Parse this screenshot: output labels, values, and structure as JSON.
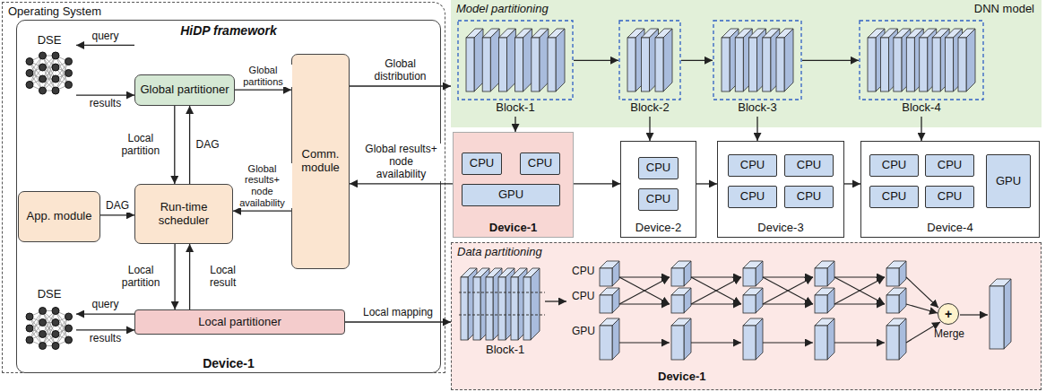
{
  "diagram": {
    "nodes": [
      {
        "text": [
          "Operating System"
        ]
      },
      {
        "text": [
          "HiDP framework",
          "Device-1"
        ],
        "in": 0
      },
      {
        "text": [
          "DSE"
        ],
        "in": 1
      },
      {
        "text": [
          "Global partitioner"
        ],
        "in": 1
      },
      {
        "text": [
          "Comm. module"
        ],
        "in": 1
      },
      {
        "text": [
          "App. module"
        ],
        "in": 1
      },
      {
        "text": [
          "Run-time scheduler"
        ],
        "in": 1
      },
      {
        "text": [
          "DSE"
        ],
        "in": 1
      },
      {
        "text": [
          "Local partitioner"
        ],
        "in": 1
      },
      {
        "text": [
          "Model partitioning",
          "DNN model"
        ]
      },
      {
        "text": [
          "Block-1"
        ],
        "in": 9
      },
      {
        "text": [
          "Block-2"
        ],
        "in": 9
      },
      {
        "text": [
          "Block-3"
        ],
        "in": 9
      },
      {
        "text": [
          "Block-4"
        ],
        "in": 9
      },
      {
        "text": [
          "Device-1"
        ]
      },
      {
        "text": [
          "CPU"
        ],
        "in": 14
      },
      {
        "text": [
          "CPU"
        ],
        "in": 14
      },
      {
        "text": [
          "GPU"
        ],
        "in": 14
      },
      {
        "text": [
          "Device-2"
        ]
      },
      {
        "text": [
          "CPU"
        ],
        "in": 18
      },
      {
        "text": [
          "CPU"
        ],
        "in": 18
      },
      {
        "text": [
          "Device-3"
        ]
      },
      {
        "text": [
          "CPU"
        ],
        "in": 21
      },
      {
        "text": [
          "CPU"
        ],
        "in": 21
      },
      {
        "text": [
          "CPU"
        ],
        "in": 21
      },
      {
        "text": [
          "CPU"
        ],
        "in": 21
      },
      {
        "text": [
          "Device-4"
        ]
      },
      {
        "text": [
          "CPU"
        ],
        "in": 26
      },
      {
        "text": [
          "CPU"
        ],
        "in": 26
      },
      {
        "text": [
          "CPU"
        ],
        "in": 26
      },
      {
        "text": [
          "CPU"
        ],
        "in": 26
      },
      {
        "text": [
          "GPU"
        ],
        "in": 26
      },
      {
        "text": [
          "Data partitioning",
          "Device-1"
        ]
      },
      {
        "text": [
          "+"
        ],
        "in": 32
      }
    ],
    "edges": [
      {
        "from": 3,
        "to": 2,
        "label": "query",
        "arrow": "to"
      },
      {
        "from": 2,
        "to": 3,
        "label": "results",
        "arrow": "to"
      },
      {
        "from": 3,
        "to": 4,
        "label": "Global partitions",
        "arrow": "to"
      },
      {
        "from": 4,
        "to": 9,
        "label": "Global distribution",
        "arrow": "to"
      },
      {
        "from": 14,
        "to": 4,
        "label": "Global results+ node availability",
        "arrow": "to"
      },
      {
        "from": 4,
        "to": 6,
        "label": "Global results+ node availability",
        "arrow": "to"
      },
      {
        "from": 3,
        "to": 6,
        "label": "Local partition",
        "arrow": "to"
      },
      {
        "from": 6,
        "to": 3,
        "label": "DAG",
        "arrow": "to"
      },
      {
        "from": 5,
        "to": 6,
        "label": "DAG",
        "arrow": "to"
      },
      {
        "from": 6,
        "to": 8,
        "label": "Local partition",
        "arrow": "to"
      },
      {
        "from": 8,
        "to": 6,
        "label": "Local result",
        "arrow": "to"
      },
      {
        "from": 8,
        "to": 7,
        "label": "query",
        "arrow": "to"
      },
      {
        "from": 7,
        "to": 8,
        "label": "results",
        "arrow": "to"
      },
      {
        "from": 8,
        "to": 32,
        "label": "Local mapping",
        "arrow": "to"
      },
      {
        "from": 10,
        "to": 11,
        "arrow": "to"
      },
      {
        "from": 11,
        "to": 12,
        "arrow": "to"
      },
      {
        "from": 12,
        "to": 13,
        "arrow": "to"
      },
      {
        "from": 10,
        "to": 14,
        "arrow": "to"
      },
      {
        "from": 11,
        "to": 18,
        "arrow": "to"
      },
      {
        "from": 12,
        "to": 21,
        "arrow": "to"
      },
      {
        "from": 13,
        "to": 26,
        "arrow": "to"
      },
      {
        "from": 14,
        "to": 18,
        "arrow": "to"
      },
      {
        "from": 18,
        "to": 21,
        "arrow": "to"
      },
      {
        "from": 21,
        "to": 26,
        "arrow": "to"
      }
    ],
    "labels": [
      "Block-1",
      "CPU",
      "CPU",
      "GPU",
      "Merge"
    ]
  }
}
